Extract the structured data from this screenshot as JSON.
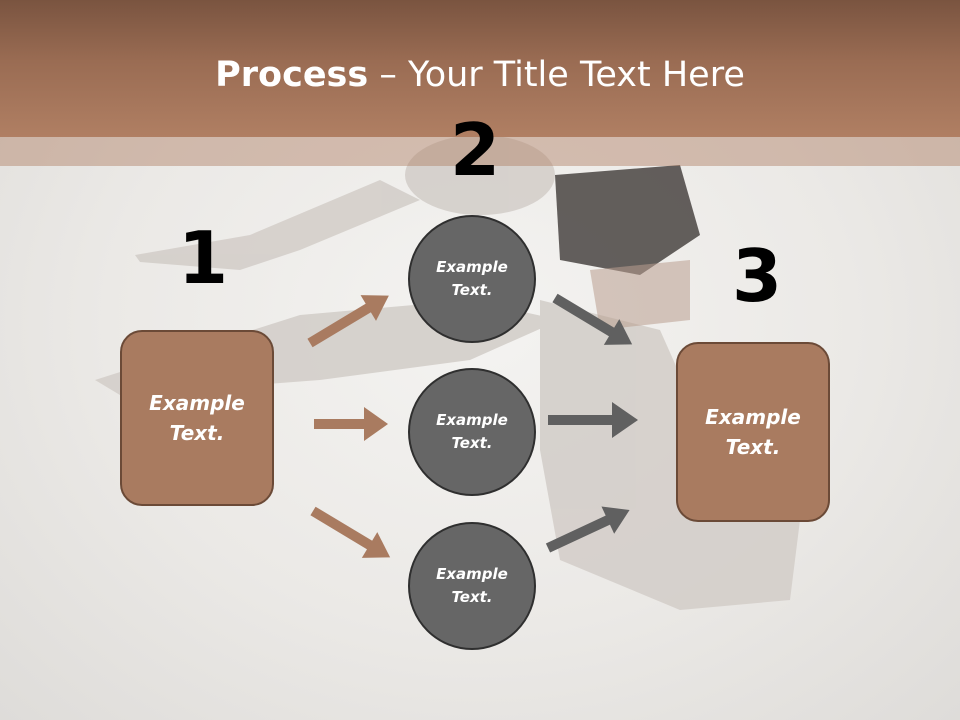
{
  "title": {
    "bold": "Process",
    "rest": " – Your Title Text Here"
  },
  "steps": {
    "num1": "1",
    "num2": "2",
    "num3": "3"
  },
  "left_box": {
    "text": "Example Text."
  },
  "circles": [
    {
      "text": "Example Text."
    },
    {
      "text": "Example Text."
    },
    {
      "text": "Example Text."
    }
  ],
  "right_box": {
    "text": "Example Text."
  },
  "colors": {
    "header": "#9a6c53",
    "box_fill": "#a97b60",
    "circle_fill": "#666666",
    "left_arrow": "#a97b60",
    "right_arrow": "#606060"
  }
}
